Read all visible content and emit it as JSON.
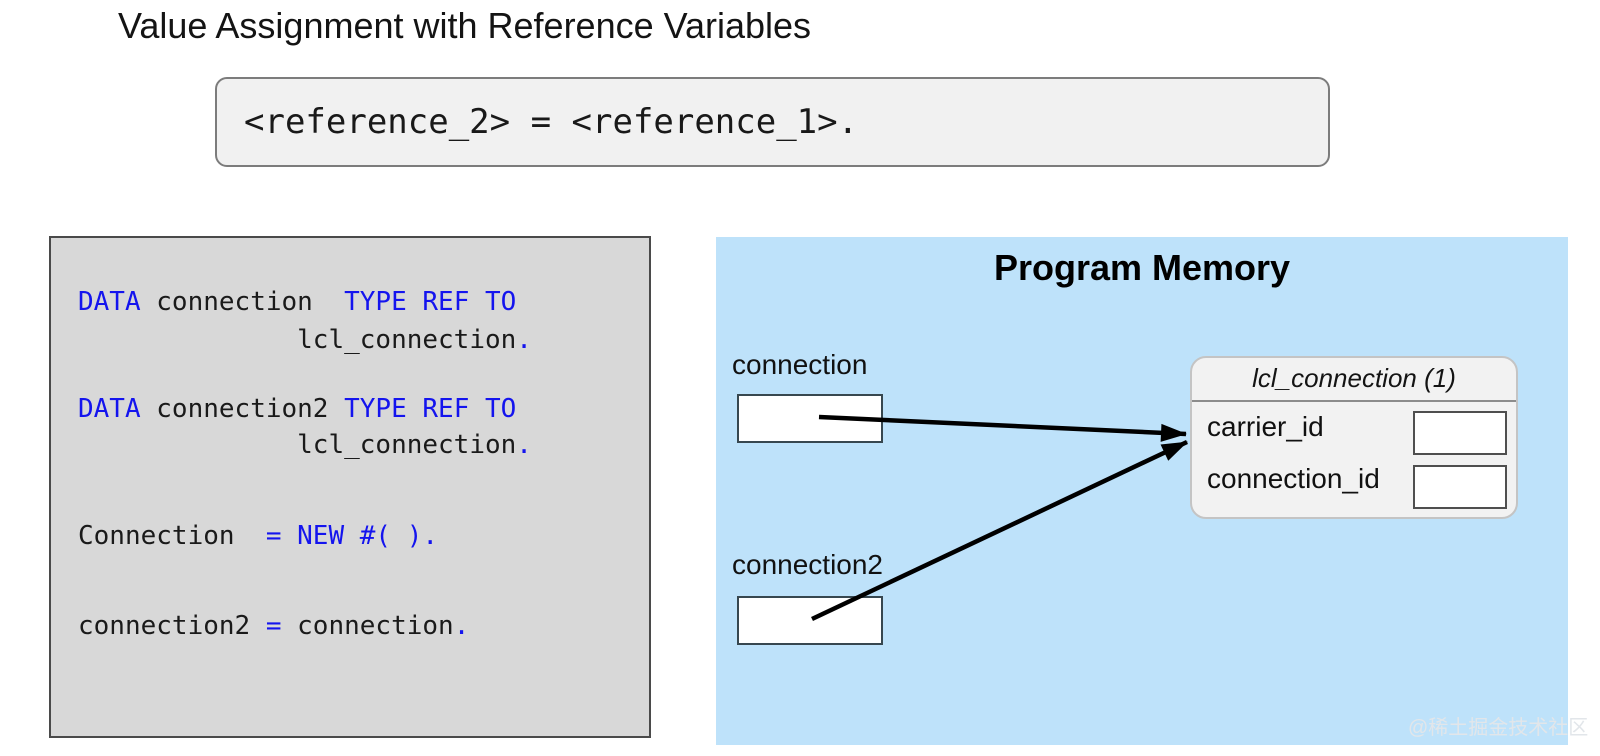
{
  "slide": {
    "title": "Value Assignment with Reference Variables"
  },
  "syntax_box": {
    "code": "<reference_2> = <reference_1>."
  },
  "code_panel": {
    "lines": [
      {
        "parts": [
          "DATA",
          " connection  ",
          "TYPE REF TO"
        ]
      },
      {
        "parts": [
          "              lcl_connection",
          "."
        ]
      },
      {
        "parts": [
          "DATA",
          " connection2 ",
          "TYPE REF TO"
        ]
      },
      {
        "parts": [
          "              lcl_connection",
          "."
        ]
      },
      {
        "parts": [
          "Connection  ",
          "= NEW #( )."
        ]
      },
      {
        "parts": [
          "connection2 ",
          "= ",
          "connection",
          "."
        ]
      }
    ]
  },
  "memory_panel": {
    "title": "Program Memory",
    "variables": [
      {
        "label": "connection",
        "value": ""
      },
      {
        "label": "connection2",
        "value": ""
      }
    ],
    "object": {
      "header": "lcl_connection (1)",
      "fields": [
        {
          "label": "carrier_id",
          "value": ""
        },
        {
          "label": "connection_id",
          "value": ""
        }
      ]
    }
  },
  "watermark": "@稀土掘金技术社区",
  "colors": {
    "keyword_blue": "#1414EE",
    "code_text": "#1A1A1A",
    "memory_panel_bg": "#BEE2FA",
    "code_panel_bg": "#D8D8D8",
    "syntax_box_bg": "#F1F1F1",
    "object_box_bg": "#F2F2F2",
    "arrow": "#000000"
  }
}
